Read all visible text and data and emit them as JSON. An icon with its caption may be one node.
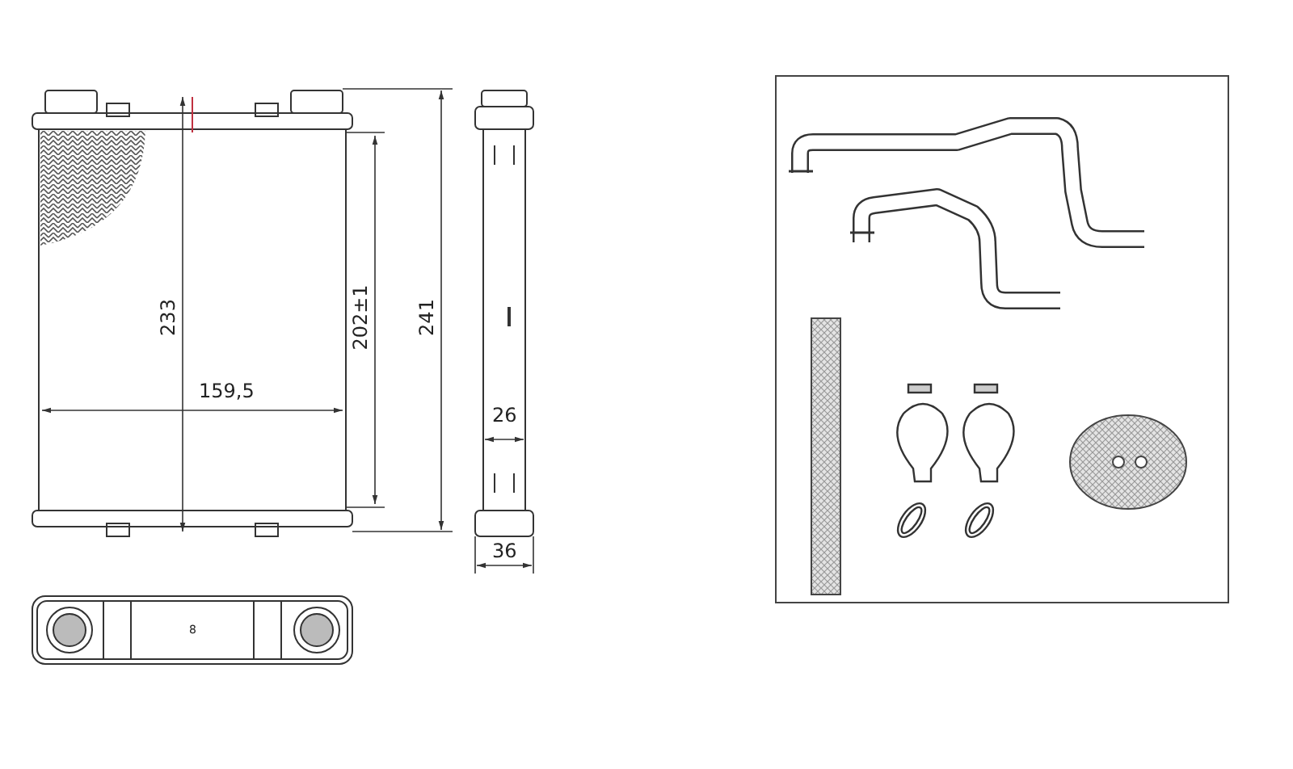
{
  "diagram": {
    "labels": [
      "233",
      "159,5",
      "202±1",
      "241",
      "26",
      "36",
      "8"
    ]
  }
}
